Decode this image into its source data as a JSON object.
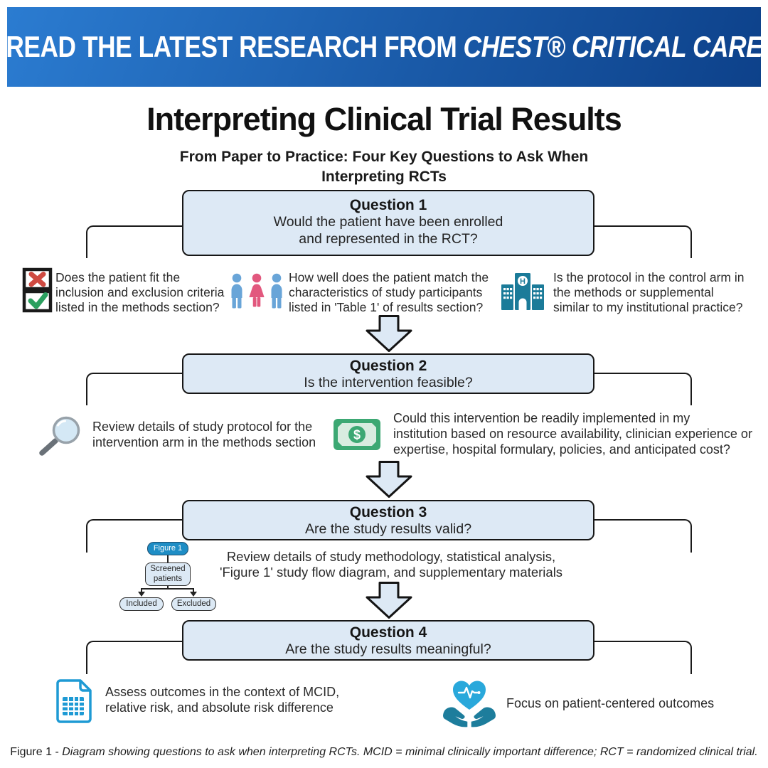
{
  "banner": {
    "prefix": "READ THE LATEST RESEARCH FROM",
    "brand": "CHEST® CRITICAL CARE"
  },
  "header": {
    "title": "Interpreting Clinical Trial Results",
    "subtitle_line1": "From Paper to Practice: Four Key Questions to Ask When",
    "subtitle_line2": "Interpreting RCTs"
  },
  "questions": [
    {
      "label": "Question 1",
      "line1": "Would the patient have been enrolled",
      "line2": "and represented in the RCT?"
    },
    {
      "label": "Question 2",
      "line1": "Is the intervention feasible?",
      "line2": ""
    },
    {
      "label": "Question 3",
      "line1": "Are the study results valid?",
      "line2": ""
    },
    {
      "label": "Question 4",
      "line1": "Are the study results meaningful?",
      "line2": ""
    }
  ],
  "q1_items": [
    {
      "icon": "checkbox-x-check-icon",
      "line1": "Does the patient fit the",
      "line2": "inclusion and exclusion criteria",
      "line3": "listed in the methods section?"
    },
    {
      "icon": "patients-icon",
      "line1": "How well does the patient match the",
      "line2": "characteristics of study participants",
      "line3": "listed in 'Table 1' of results section?"
    },
    {
      "icon": "hospital-icon",
      "line1": "Is the protocol in the control arm in",
      "line2": "the methods or supplemental",
      "line3": "similar to my institutional practice?"
    }
  ],
  "q2_items": [
    {
      "icon": "magnifier-icon",
      "line1": "Review details of study protocol for the",
      "line2": "intervention arm in the methods section",
      "line3": ""
    },
    {
      "icon": "money-icon",
      "line1": "Could this intervention be readily implemented in my",
      "line2": "institution based on resource availability, clinician experience or",
      "line3": "expertise, hospital formulary, policies, and anticipated cost?"
    }
  ],
  "q3_note": {
    "line1": "Review details of study methodology, statistical analysis,",
    "line2": "'Figure 1' study flow diagram, and supplementary materials"
  },
  "flow_mini": {
    "figure_label": "Figure 1",
    "screened_line1": "Screened",
    "screened_line2": "patients",
    "included": "Included",
    "excluded": "Excluded"
  },
  "q4_items": [
    {
      "icon": "report-table-icon",
      "line1": "Assess outcomes in the context of MCID,",
      "line2": "relative risk, and absolute risk difference"
    },
    {
      "icon": "heart-hands-icon",
      "line1": "Focus on patient-centered outcomes",
      "line2": ""
    }
  ],
  "footer": {
    "prefix": "Figure 1 -",
    "caption": "Diagram showing questions to ask when interpreting RCTs. MCID = minimal clinically important difference; RCT = randomized clinical trial."
  },
  "colors": {
    "banner_gradient_start": "#2b7cd1",
    "banner_gradient_end": "#0d418a",
    "question_box_fill": "#dde9f5",
    "outline": "#161616",
    "flow_pill_blue": "#1e8dc5",
    "x_red": "#cf4a41",
    "check_green": "#2ba05f",
    "person_blue": "#69a5d8",
    "person_pink": "#e2587e",
    "hospital_teal": "#1b7b99",
    "money_green": "#3ca873",
    "document_cyan": "#1e9ad4",
    "heart_blue": "#29a8db",
    "hands_teal": "#1d7d9c",
    "lens_gray": "#98a2aa"
  }
}
